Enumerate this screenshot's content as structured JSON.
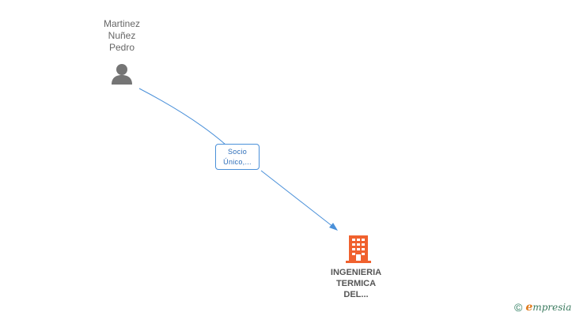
{
  "person": {
    "name_line1": "Martinez",
    "name_line2": "Nuñez",
    "name_line3": "Pedro"
  },
  "relation": {
    "label_line1": "Socio",
    "label_line2": "Único,..."
  },
  "company": {
    "name_line1": "INGENIERIA",
    "name_line2": "TERMICA",
    "name_line3": "DEL..."
  },
  "watermark": {
    "copyright": "©",
    "brand_initial": "e",
    "brand_rest": "mpresia"
  },
  "colors": {
    "edge": "#4a90d9",
    "person_icon": "#757575",
    "company_icon": "#f0612e"
  }
}
